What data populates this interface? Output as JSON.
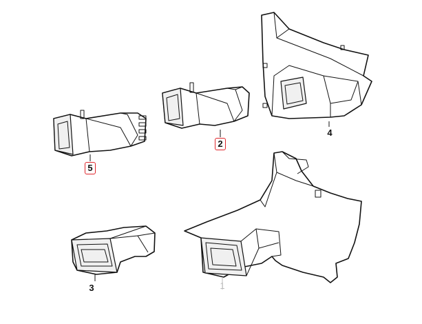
{
  "callouts": {
    "c1": "1",
    "c2": "2",
    "c3": "3",
    "c4": "4",
    "c5": "5"
  },
  "colors": {
    "line": "#111111",
    "highlight_border": "#e0262b",
    "faint_label": "#bbbbbb"
  },
  "highlighted": [
    "2",
    "5"
  ]
}
